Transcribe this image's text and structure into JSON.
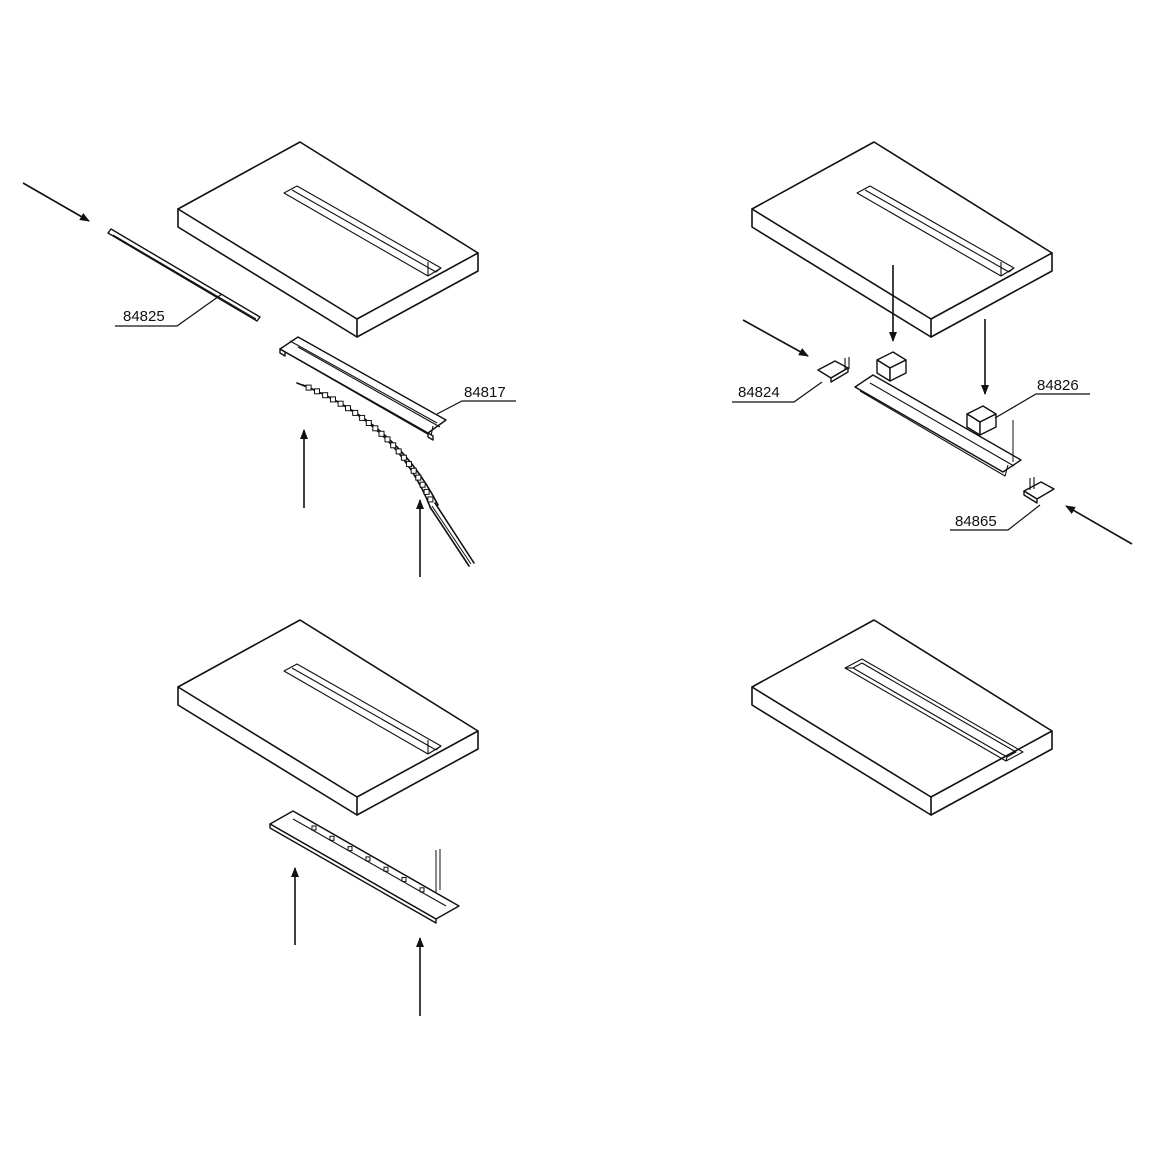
{
  "diagram": {
    "part_labels": {
      "p84825": "84825",
      "p84817": "84817",
      "p84824": "84824",
      "p84826": "84826",
      "p84865": "84865"
    }
  }
}
